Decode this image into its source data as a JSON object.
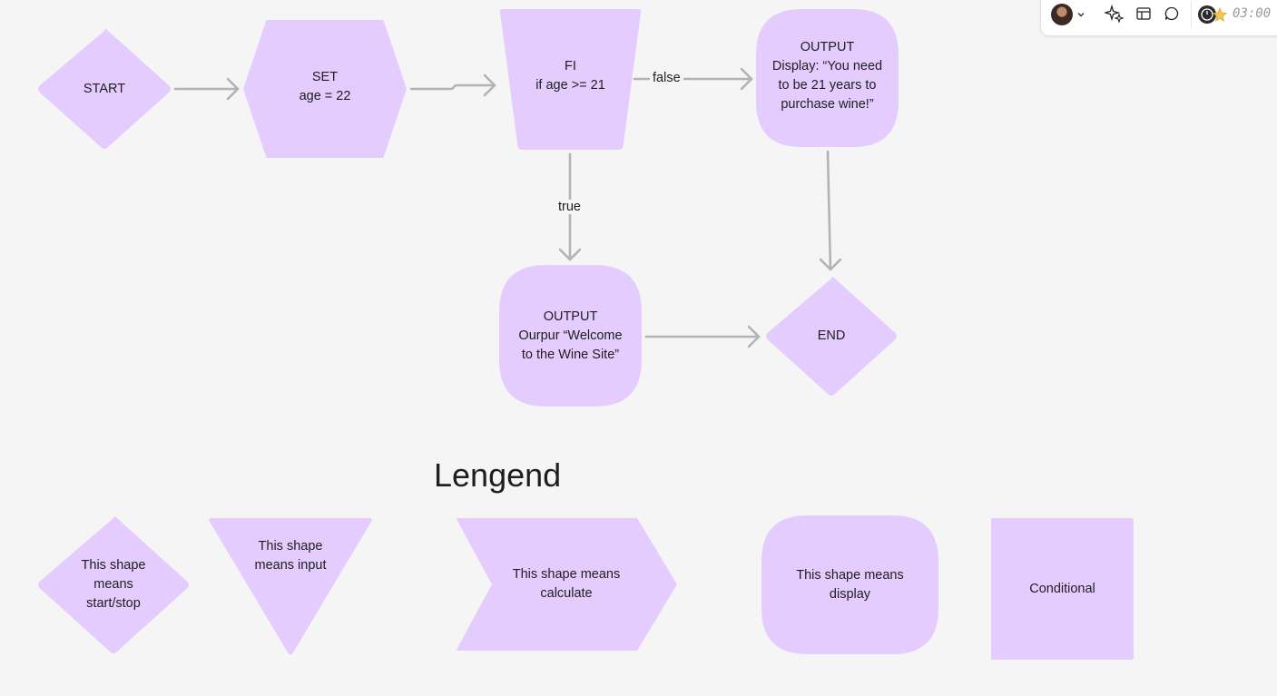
{
  "colors": {
    "canvas": "#f5f5f5",
    "shape_fill": "#e5ccff",
    "connector": "#b3b3b3",
    "text": "#1e1e1e"
  },
  "nodes": [
    {
      "id": "start",
      "shape": "diamond",
      "text": "START"
    },
    {
      "id": "set",
      "shape": "hexagon",
      "text": "SET\nage = 22"
    },
    {
      "id": "fi",
      "shape": "trapezoid",
      "text": "FI\nif age >= 21"
    },
    {
      "id": "output_false",
      "shape": "rounded",
      "text": "OUTPUT\nDisplay: “You need\nto be 21 years to\npurchase wine!”"
    },
    {
      "id": "output_true",
      "shape": "rounded",
      "text": "OUTPUT\nOurpur “Welcome\nto the Wine Site”"
    },
    {
      "id": "end",
      "shape": "diamond",
      "text": "END"
    }
  ],
  "edges": [
    {
      "from": "start",
      "to": "set",
      "label": ""
    },
    {
      "from": "set",
      "to": "fi",
      "label": ""
    },
    {
      "from": "fi",
      "to": "output_false",
      "label": "false"
    },
    {
      "from": "fi",
      "to": "output_true",
      "label": "true"
    },
    {
      "from": "output_false",
      "to": "end",
      "label": ""
    },
    {
      "from": "output_true",
      "to": "end",
      "label": ""
    }
  ],
  "legend": {
    "title": "Lengend",
    "items": [
      {
        "shape": "diamond",
        "text": "This shape\nmeans\nstart/stop"
      },
      {
        "shape": "triangle",
        "text": "This shape\nmeans input"
      },
      {
        "shape": "chevron",
        "text": "This shape means\ncalculate"
      },
      {
        "shape": "rounded",
        "text": "This shape means\ndisplay"
      },
      {
        "shape": "square",
        "text": "Conditional"
      }
    ]
  },
  "toolbar": {
    "avatar_icon": "user-avatar",
    "icons": [
      "chevron-down-icon",
      "ai-sparkle-icon",
      "layout-icon",
      "comment-icon",
      "timer-icon"
    ],
    "timer": "03:00"
  }
}
